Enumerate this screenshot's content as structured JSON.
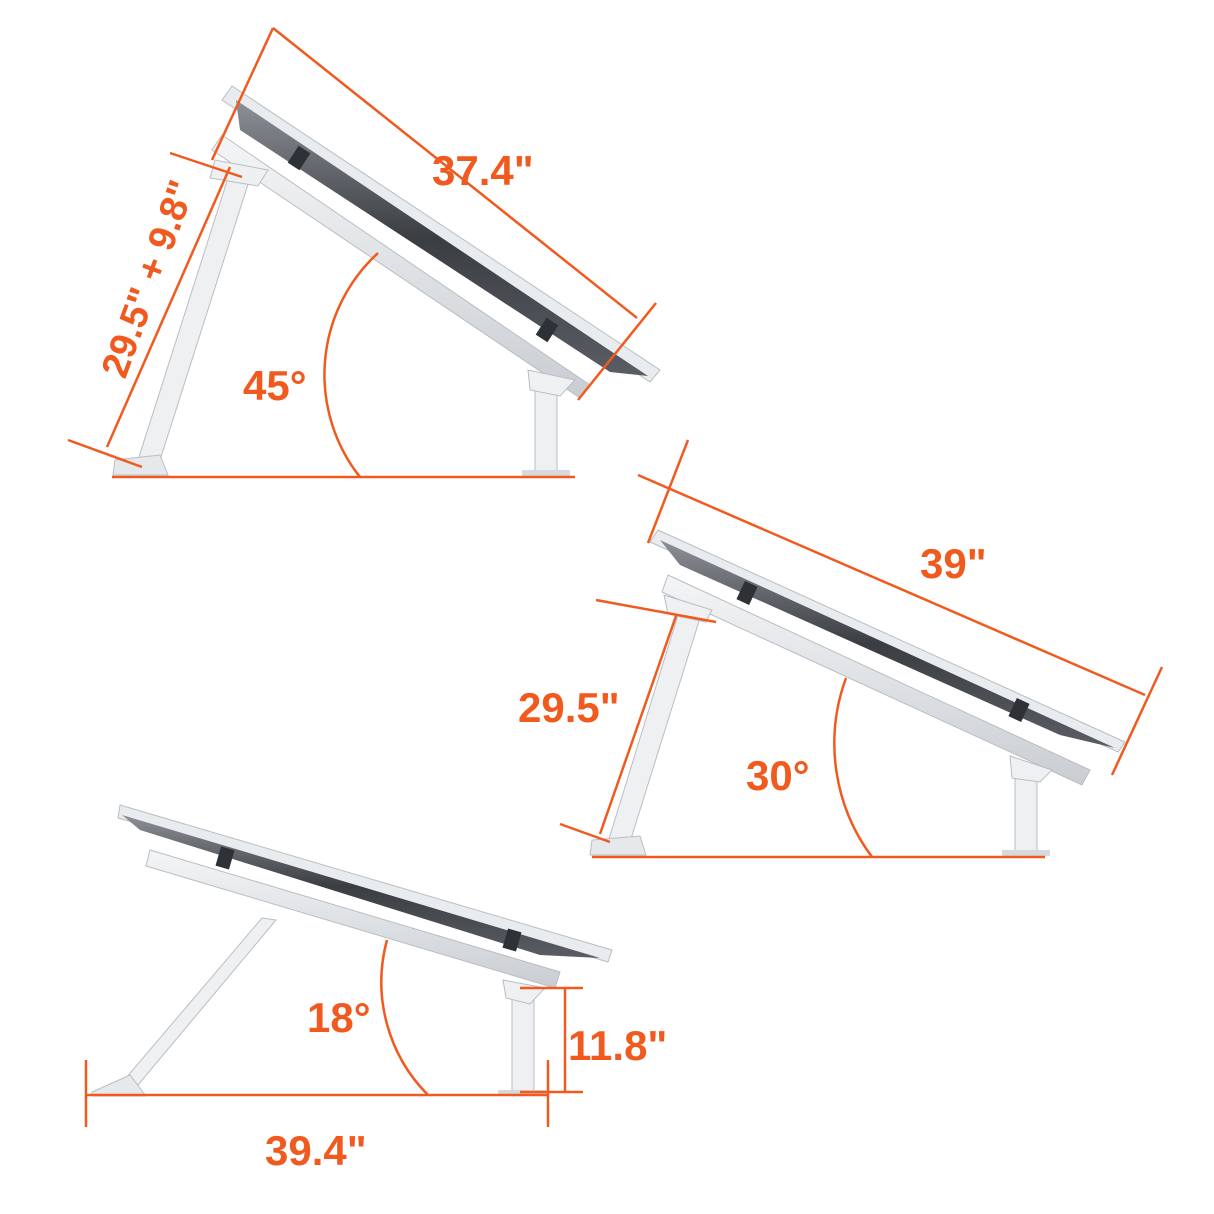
{
  "colors": {
    "accent": "#f15a1f",
    "frame": "#e6e9ec",
    "frame_edge": "#b9bec4",
    "panel_dark": "#3a3d42",
    "background": "#ffffff"
  },
  "configurations": [
    {
      "id": "tilt-45",
      "angle_label": "45°",
      "panel_length_label": "37.4\"",
      "leg_length_label": "29.5\" + 9.8\""
    },
    {
      "id": "tilt-30",
      "angle_label": "30°",
      "panel_length_label": "39\"",
      "leg_length_label": "29.5\""
    },
    {
      "id": "tilt-18",
      "angle_label": "18°",
      "base_length_label": "39.4\"",
      "rear_height_label": "11.8\""
    }
  ]
}
